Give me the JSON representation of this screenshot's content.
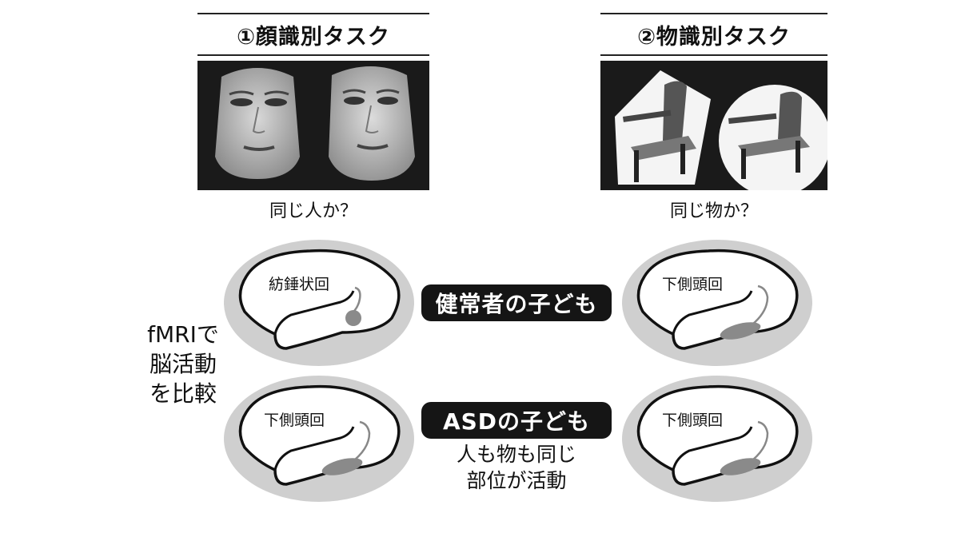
{
  "tasks": [
    {
      "title": "①顔識別タスク",
      "question": "同じ人か？"
    },
    {
      "title": "②物識別タスク",
      "question": "同じ物か？"
    }
  ],
  "groups": [
    {
      "label": "健常者の子ども",
      "left_region": "紡錘状回",
      "right_region": "下側頭回"
    },
    {
      "label": "ASDの子ども",
      "left_region": "下側頭回",
      "right_region": "下側頭回",
      "note": [
        "人も物も同じ",
        "部位が活動"
      ]
    }
  ],
  "side_label": [
    "fMRIで",
    "脳活動",
    "を比較"
  ],
  "colors": {
    "ellipse": "#cfcfcf",
    "pill": "#151515",
    "activation": "#8a8a8a"
  }
}
